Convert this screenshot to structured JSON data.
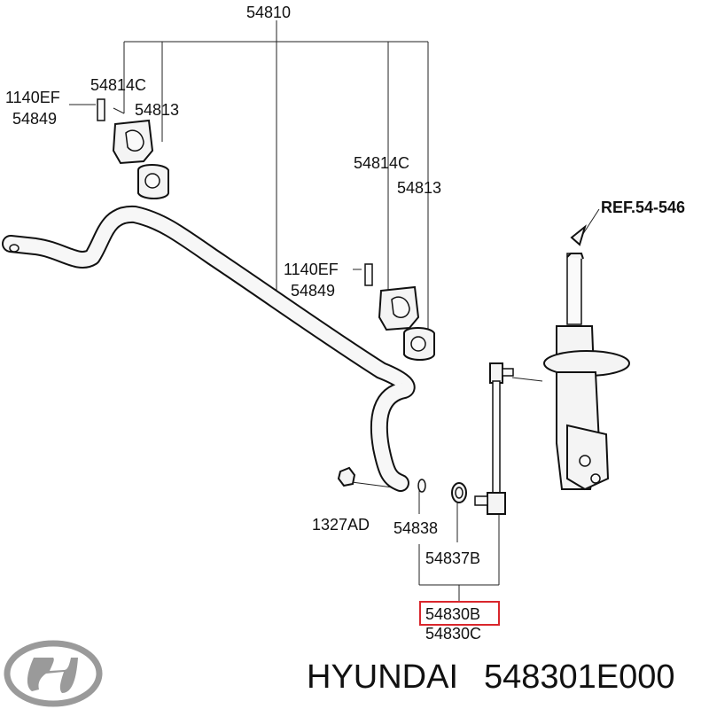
{
  "labels": {
    "stabilizer_bar": "54810",
    "bracket_left": "54814C",
    "bushing_left": "54813",
    "bolt_left_1": "1140EF",
    "bolt_left_2": "54849",
    "bracket_right": "54814C",
    "bushing_right": "54813",
    "bolt_right_1": "1140EF",
    "bolt_right_2": "54849",
    "strut_ref": "REF.54-546",
    "nut": "1327AD",
    "washer": "54838",
    "boot": "54837B",
    "link_highlight": "54830B",
    "link_alt": "54830C"
  },
  "brand": {
    "name": "HYUNDAI",
    "part_number": "548301E000"
  },
  "colors": {
    "highlight": "#d9262c",
    "logo": "#9a9a9a"
  }
}
